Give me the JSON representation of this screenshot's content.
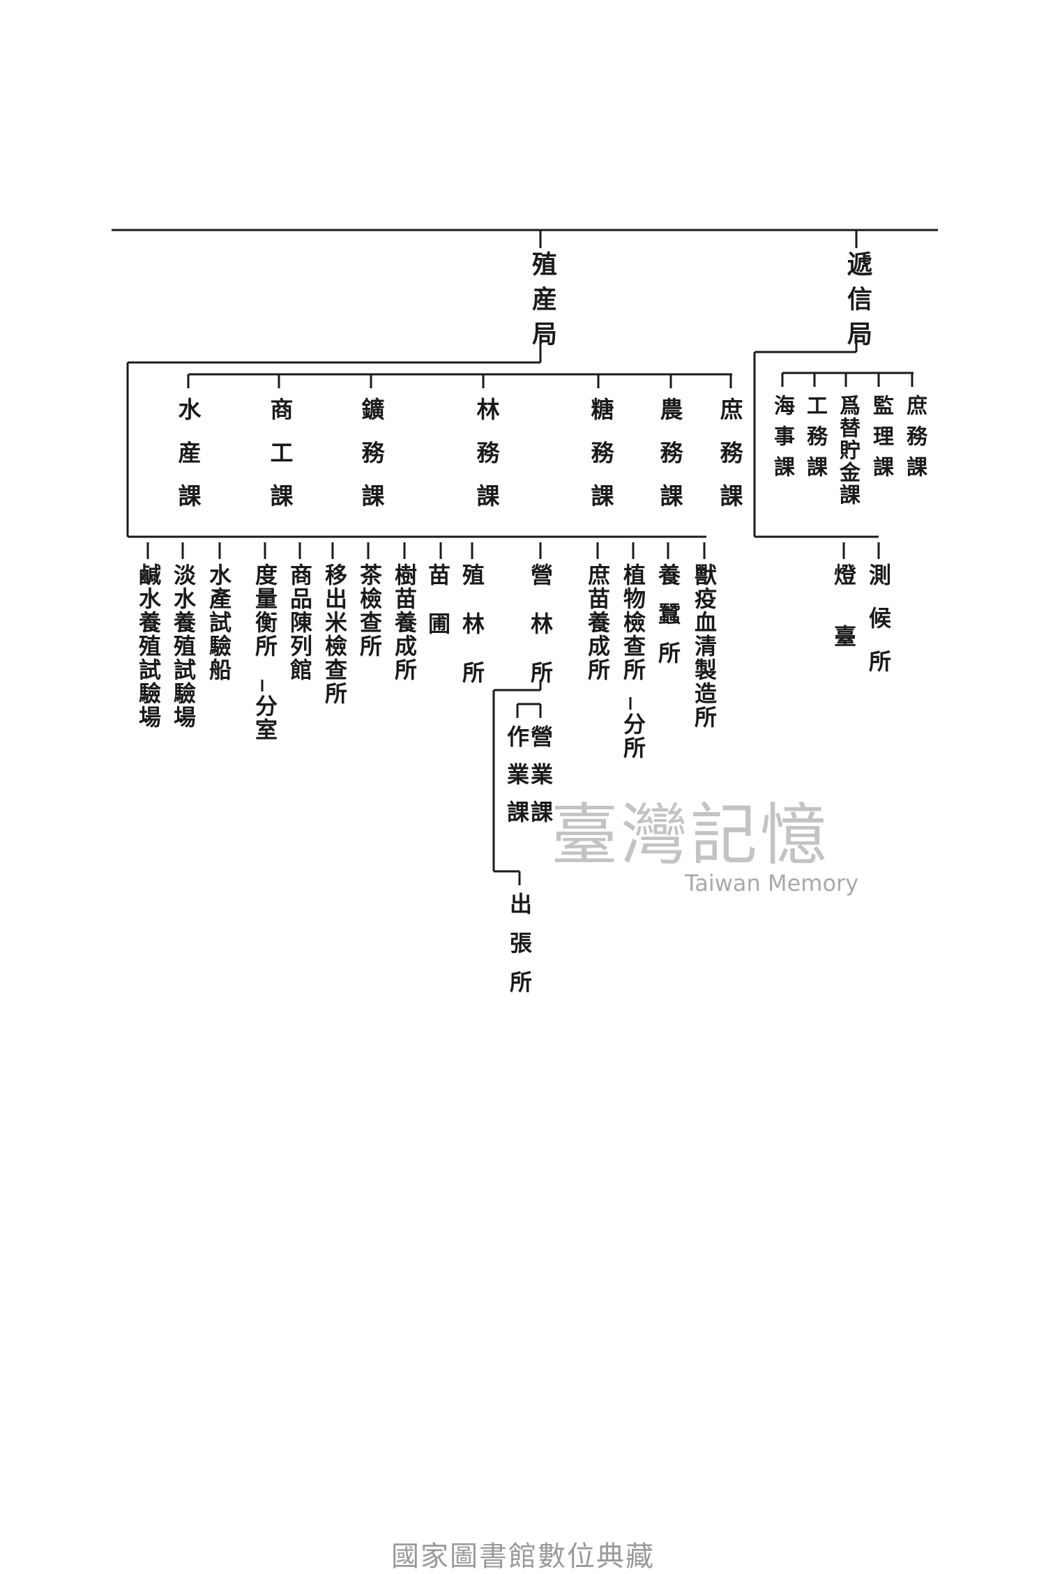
{
  "bureaus": {
    "shokusan": {
      "name": "殖産局",
      "sections": [
        {
          "key": "shomu",
          "name": "庶務課"
        },
        {
          "key": "nomu",
          "name": "農務課"
        },
        {
          "key": "tomu",
          "name": "糖務課"
        },
        {
          "key": "rimmu",
          "name": "林務課"
        },
        {
          "key": "kommu",
          "name": "鑛務課"
        },
        {
          "key": "shoko",
          "name": "商工課"
        },
        {
          "key": "suisan",
          "name": "水産課"
        }
      ],
      "facilities": [
        {
          "key": "jueki",
          "name": "獸疫血清製造所"
        },
        {
          "key": "yosan",
          "name": "養蠶所"
        },
        {
          "key": "shokubutsu",
          "name": "植物檢查所",
          "branch": "分所"
        },
        {
          "key": "shobyo",
          "name": "庶苗養成所"
        },
        {
          "key": "eirin",
          "name": "營林所"
        },
        {
          "key": "shokurin",
          "name": "殖林所"
        },
        {
          "key": "nawashiro",
          "name": "苗圃"
        },
        {
          "key": "jubyo",
          "name": "樹苗養成所"
        },
        {
          "key": "cha",
          "name": "茶檢查所"
        },
        {
          "key": "ishutsumai",
          "name": "移出米檢查所"
        },
        {
          "key": "chinretsukan",
          "name": "商品陳列館"
        },
        {
          "key": "doryoko",
          "name": "度量衡所",
          "branch": "分室"
        },
        {
          "key": "shikensen",
          "name": "水產試驗船"
        },
        {
          "key": "tansui",
          "name": "淡水養殖試驗場"
        },
        {
          "key": "kansui",
          "name": "鹹水養殖試驗場"
        }
      ],
      "eirin_units": {
        "eigyo": "營業課",
        "sagyo": "作業課",
        "shutcho": "出張所"
      }
    },
    "teishin": {
      "name": "遞信局",
      "sections": [
        {
          "key": "shomu",
          "name": "庶務課"
        },
        {
          "key": "kanri",
          "name": "監理課"
        },
        {
          "key": "kawase",
          "name": "爲替貯金課"
        },
        {
          "key": "komu",
          "name": "工務課"
        },
        {
          "key": "kaiji",
          "name": "海事課"
        }
      ],
      "facilities": [
        {
          "key": "sokko",
          "name": "測候所"
        },
        {
          "key": "todai",
          "name": "燈臺"
        }
      ]
    }
  },
  "watermark": {
    "main": "臺灣記憶",
    "sub": "Taiwan Memory"
  },
  "footer": "國家圖書館數位典藏"
}
